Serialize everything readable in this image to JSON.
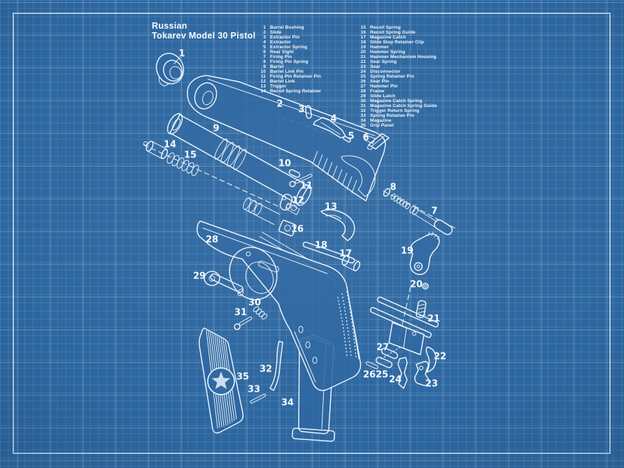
{
  "title": {
    "line1": "Russian",
    "line2": "Tokarev Model 30 Pistol"
  },
  "parts": {
    "items": [
      {
        "num": "1",
        "name": "Barrel Bushing"
      },
      {
        "num": "2",
        "name": "Slide"
      },
      {
        "num": "3",
        "name": "Extractor Pin"
      },
      {
        "num": "4",
        "name": "Extractor"
      },
      {
        "num": "5",
        "name": "Extractor Spring"
      },
      {
        "num": "6",
        "name": "Rear Sight"
      },
      {
        "num": "7",
        "name": "Firing Pin"
      },
      {
        "num": "8",
        "name": "Firing Pin Spring"
      },
      {
        "num": "9",
        "name": "Barrel"
      },
      {
        "num": "10",
        "name": "Barrel Link Pin"
      },
      {
        "num": "11",
        "name": "Firing Pin Retainer Pin"
      },
      {
        "num": "12",
        "name": "Barrel Link"
      },
      {
        "num": "13",
        "name": "Trigger"
      },
      {
        "num": "14",
        "name": "Recoil Spring Retainer"
      },
      {
        "num": "15",
        "name": "Recoil Spring"
      },
      {
        "num": "16",
        "name": "Recoil Spring Guide"
      },
      {
        "num": "17",
        "name": "Magazine Catch"
      },
      {
        "num": "18",
        "name": "Slide Stop Retainer Clip"
      },
      {
        "num": "19",
        "name": "Hammer"
      },
      {
        "num": "20",
        "name": "Hammer Spring"
      },
      {
        "num": "21",
        "name": "Hammer Mechanism Housing"
      },
      {
        "num": "22",
        "name": "Sear Spring"
      },
      {
        "num": "23",
        "name": "Sear"
      },
      {
        "num": "24",
        "name": "Disconnector"
      },
      {
        "num": "25",
        "name": "Spring Retainer Pin"
      },
      {
        "num": "26",
        "name": "Sear Pin"
      },
      {
        "num": "27",
        "name": "Hammer Pin"
      },
      {
        "num": "28",
        "name": "Frame"
      },
      {
        "num": "29",
        "name": "Slide Latch"
      },
      {
        "num": "30",
        "name": "Magazine Catch Spring"
      },
      {
        "num": "31",
        "name": "Magazine Catch Spring Guide"
      },
      {
        "num": "32",
        "name": "Trigger Return Spring"
      },
      {
        "num": "33",
        "name": "Spring Retainer Pin"
      },
      {
        "num": "34",
        "name": "Magazine"
      },
      {
        "num": "35",
        "name": "Grip Panel"
      }
    ]
  },
  "colors": {
    "background": "#2d67a0",
    "line": "#e9f2f9",
    "text": "#f5fafe",
    "border": "#c6ddee",
    "grid_minor": "rgba(188,214,236,0.14)",
    "grid_major": "rgba(207,227,244,0.30)"
  }
}
